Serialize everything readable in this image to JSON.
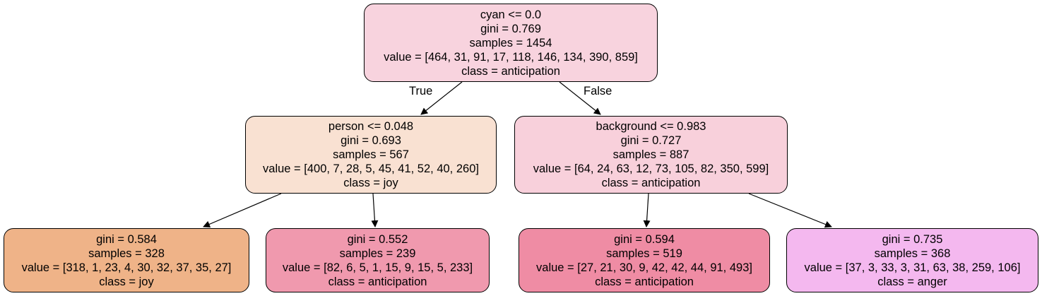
{
  "tree": {
    "root": {
      "split": "cyan <= 0.0",
      "gini": "gini = 0.769",
      "samples": "samples = 1454",
      "value": "value = [464, 31, 91, 17, 118, 146, 134, 390, 859]",
      "class": "class = anticipation",
      "fill": "#f8d3de"
    },
    "left": {
      "split": "person <= 0.048",
      "gini": "gini = 0.693",
      "samples": "samples = 567",
      "value": "value = [400, 7, 28, 5, 45, 41, 52, 40, 260]",
      "class": "class = joy",
      "fill": "#f9e1d2"
    },
    "right": {
      "split": "background <= 0.983",
      "gini": "gini = 0.727",
      "samples": "samples = 887",
      "value": "value = [64, 24, 63, 12, 73, 105, 82, 350, 599]",
      "class": "class = anticipation",
      "fill": "#f8d0db"
    },
    "leaf_ll": {
      "gini": "gini = 0.584",
      "samples": "samples = 328",
      "value": "value = [318, 1, 23, 4, 30, 32, 37, 35, 27]",
      "class": "class = joy",
      "fill": "#efb388"
    },
    "leaf_lr": {
      "gini": "gini = 0.552",
      "samples": "samples = 239",
      "value": "value = [82, 6, 5, 1, 15, 9, 15, 5, 233]",
      "class": "class = anticipation",
      "fill": "#f099ae"
    },
    "leaf_rl": {
      "gini": "gini = 0.594",
      "samples": "samples = 519",
      "value": "value = [27, 21, 30, 9, 42, 42, 44, 91, 493]",
      "class": "class = anticipation",
      "fill": "#ef8ca4"
    },
    "leaf_rr": {
      "gini": "gini = 0.735",
      "samples": "samples = 368",
      "value": "value = [37, 3, 33, 3, 31, 63, 38, 259, 106]",
      "class": "class = anger",
      "fill": "#f4b8ef"
    }
  },
  "edge_labels": {
    "true_label": "True",
    "false_label": "False"
  }
}
